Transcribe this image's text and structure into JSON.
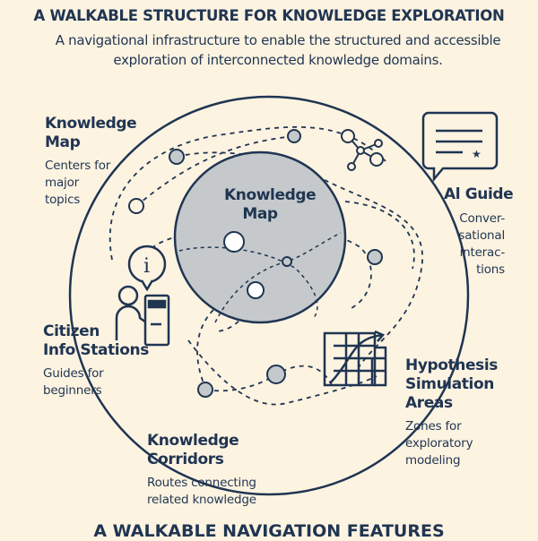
{
  "header": {
    "title": "A WALKABLE STRUCTURE FOR KNOWLEDGE EXPLORATION",
    "subtitle": "A navigational infrastructure to enable the structured and accessible exploration of interconnected knowledge domains."
  },
  "center": {
    "label_line1": "Knowledge",
    "label_line2": "Map"
  },
  "features": {
    "knowledge_map": {
      "title_line1": "Knowledge",
      "title_line2": "Map",
      "desc": [
        "Centers for",
        "major",
        "topics"
      ]
    },
    "ai_guide": {
      "title": "Al Guide",
      "desc": [
        "Conver-",
        "sational",
        "interac-",
        "tions"
      ]
    },
    "citizen_info": {
      "title_line1": "Citizen",
      "title_line2": "Info Stations",
      "desc": [
        "Guides for",
        "beginners"
      ]
    },
    "hypothesis": {
      "title_line1": "Hypothesis",
      "title_line2": "Simulation",
      "title_line3": "Areas",
      "desc": [
        "Zones for",
        "exploratory",
        "modeling"
      ]
    },
    "corridors": {
      "title_line1": "Knowledge",
      "title_line2": "Corridors",
      "desc": [
        "Routes connecting",
        "related knowledge"
      ]
    }
  },
  "footer": {
    "title": "A WALKABLE NAVIGATION FEATURES"
  },
  "colors": {
    "background": "#fdf3e1",
    "navy": "#1f3552",
    "gray": "#c5c9cb"
  }
}
